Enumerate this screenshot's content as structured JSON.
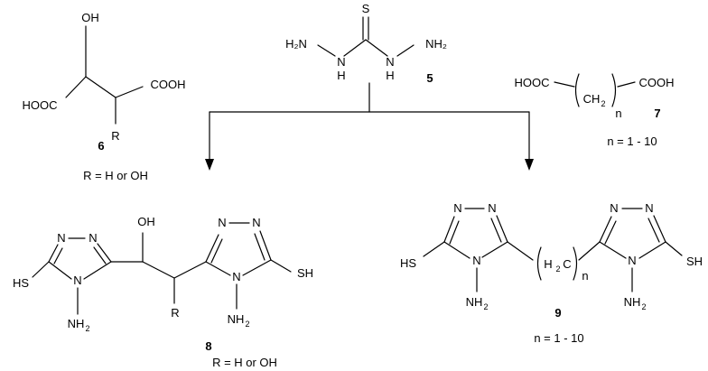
{
  "compound5": {
    "S": "S",
    "nh2_left": "H₂N",
    "nh2_right": "NH₂",
    "h_left": "H",
    "n_left": "N",
    "n_right": "N",
    "h_right": "H",
    "label": "5"
  },
  "compound6": {
    "oh": "OH",
    "hooc": "HOOC",
    "cooh": "COOH",
    "r": "R",
    "label": "6",
    "note": "R = H or OH"
  },
  "compound7": {
    "hooc": "HOOC",
    "cooh": "COOH",
    "ch2": "CH",
    "ch2_sub": "2",
    "n": "n",
    "label": "7",
    "range": "n = 1 - 10"
  },
  "compound8": {
    "oh": "OH",
    "r": "R",
    "hs": "HS",
    "sh": "SH",
    "n": "N",
    "nh2": "NH",
    "nh2_sub": "2",
    "label": "8",
    "note": "R = H or OH"
  },
  "compound9": {
    "hs": "HS",
    "sh": "SH",
    "n": "N",
    "h2c": "H",
    "h2c_sub": "2",
    "h2c_c": "C",
    "n_sub": "n",
    "nh2": "NH",
    "nh2_sub": "2",
    "label": "9",
    "range": "n = 1 - 10"
  }
}
